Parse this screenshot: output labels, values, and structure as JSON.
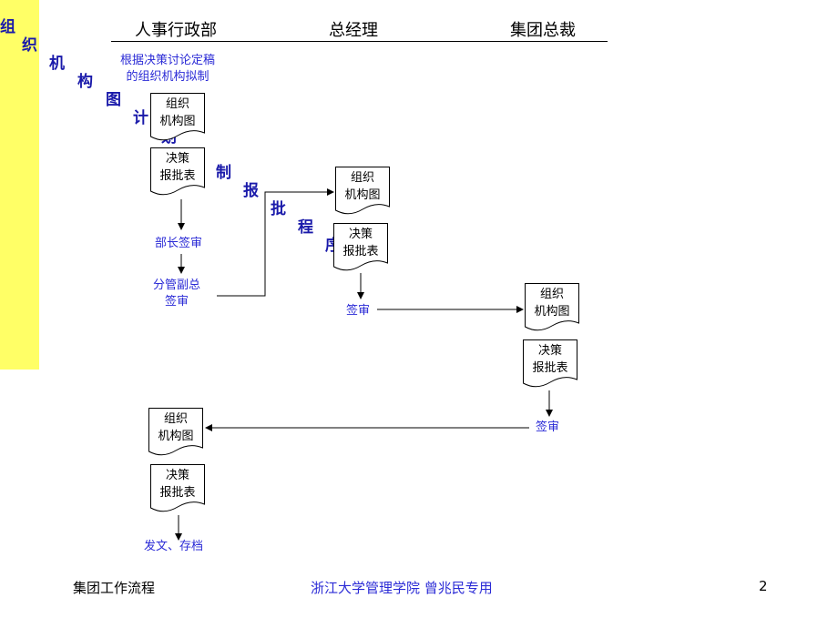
{
  "side_title": [
    "组",
    "织",
    "机",
    "构",
    "图",
    "计",
    "划",
    "制",
    "报",
    "批",
    "程",
    "序"
  ],
  "headers": [
    "人事行政部",
    "总经理",
    "集团总裁"
  ],
  "notes": {
    "draft": "根据决策讨论定稿\n的组织机构拟制",
    "dept_head": "部长签审",
    "vice_gm": "分管副总\n签审",
    "gm_sign": "签审",
    "president_sign": "签审",
    "final": "发文、存档"
  },
  "docs": {
    "org_chart": "组织\n机构图",
    "decision_form": "决策\n报批表"
  },
  "footer": {
    "left": "集团工作流程",
    "center": "浙江大学管理学院  曾兆民专用",
    "page": "2"
  },
  "colors": {
    "sidebar": "#ffff66",
    "title": "#1a1aaa",
    "note": "#2b2bd6",
    "footer_center": "#2b2bd6"
  }
}
